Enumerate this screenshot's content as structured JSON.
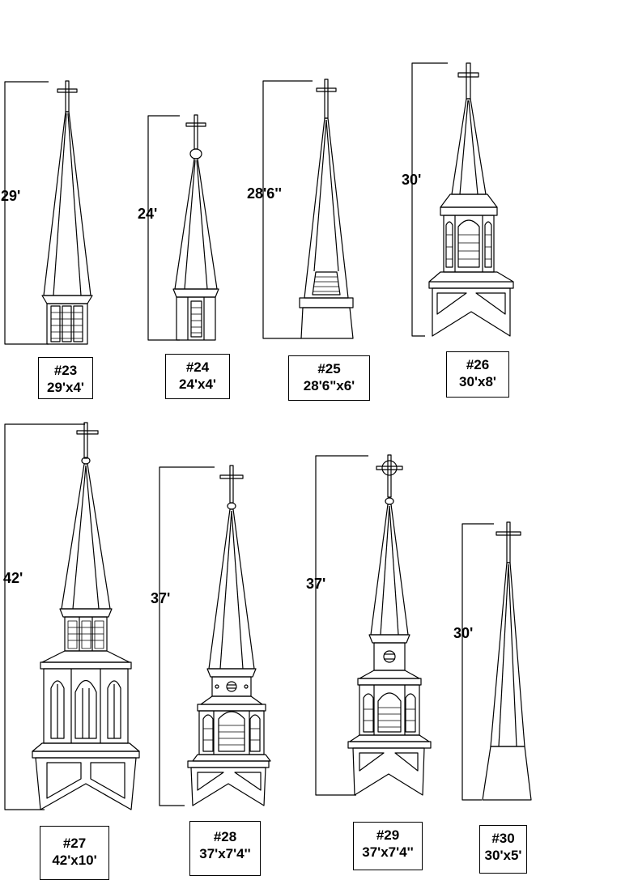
{
  "steeples": [
    {
      "number": "#23",
      "size": "29'x4'",
      "height": "29'"
    },
    {
      "number": "#24",
      "size": "24'x4'",
      "height": "24'"
    },
    {
      "number": "#25",
      "size": "28'6\"x6'",
      "height": "28'6''"
    },
    {
      "number": "#26",
      "size": "30'x8'",
      "height": "30'"
    },
    {
      "number": "#27",
      "size": "42'x10'",
      "height": "42'"
    },
    {
      "number": "#28",
      "size": "37'x7'4''",
      "height": "37'"
    },
    {
      "number": "#29",
      "size": "37'x7'4''",
      "height": "37'"
    },
    {
      "number": "#30",
      "size": "30'x5'",
      "height": "30'"
    }
  ]
}
